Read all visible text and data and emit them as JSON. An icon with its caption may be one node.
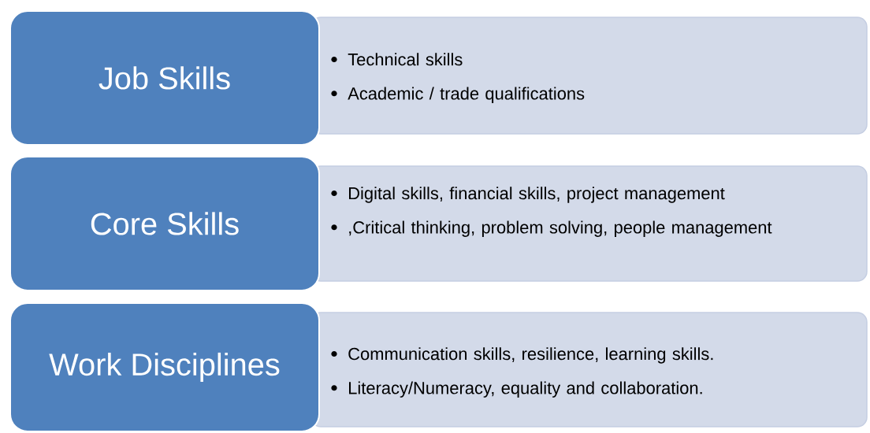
{
  "diagram": {
    "nodes": [
      {
        "text": [
          "Job Skills"
        ]
      },
      {
        "text": [
          "Technical skills",
          "Academic / trade qualifications"
        ]
      },
      {
        "text": [
          "Core Skills"
        ]
      },
      {
        "text": [
          "Digital skills, financial skills, project management",
          ",Critical thinking, problem solving, people management"
        ]
      },
      {
        "text": [
          "Work Disciplines"
        ]
      },
      {
        "text": [
          "Communication skills, resilience, learning skills.",
          "Literacy/Numeracy, equality and collaboration."
        ]
      }
    ]
  }
}
